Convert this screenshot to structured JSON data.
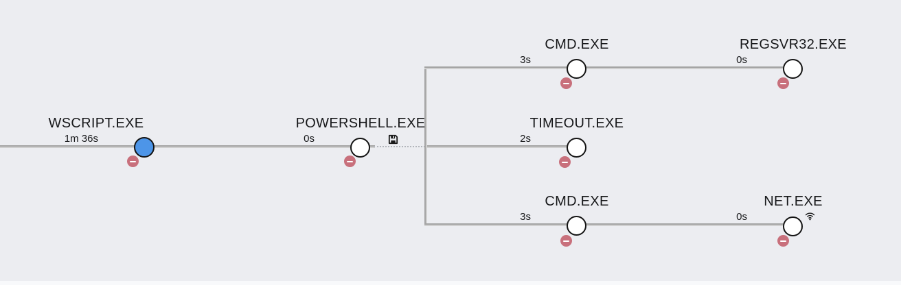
{
  "diagram": {
    "type": "process-tree",
    "colors": {
      "background": "#ecedf1",
      "edge": "#a4a4a4",
      "selected_node_fill": "#4d95e8",
      "node_fill": "#ffffff",
      "node_border": "#131313",
      "badge": "#c8707c",
      "text": "#17181a"
    },
    "nodes": [
      {
        "id": "wscript",
        "label": "WSCRIPT.EXE",
        "duration": "1m 36s",
        "selected": true,
        "badge": "minus"
      },
      {
        "id": "powershell",
        "label": "POWERSHELL.EXE",
        "duration": "0s",
        "selected": false,
        "badge": "minus",
        "activity_icon": "floppy-disk"
      },
      {
        "id": "cmd-top",
        "label": "CMD.EXE",
        "duration": "3s",
        "selected": false,
        "badge": "minus"
      },
      {
        "id": "regsvr32",
        "label": "REGSVR32.EXE",
        "duration": "0s",
        "selected": false,
        "badge": "minus"
      },
      {
        "id": "timeout",
        "label": "TIMEOUT.EXE",
        "duration": "2s",
        "selected": false,
        "badge": "minus"
      },
      {
        "id": "cmd-bottom",
        "label": "CMD.EXE",
        "duration": "3s",
        "selected": false,
        "badge": "minus"
      },
      {
        "id": "net",
        "label": "NET.EXE",
        "duration": "0s",
        "selected": false,
        "badge": "minus",
        "activity_icon": "wifi"
      }
    ],
    "edges": [
      {
        "from": "offscreen-parent",
        "to": "wscript",
        "style": "solid"
      },
      {
        "from": "wscript",
        "to": "powershell",
        "style": "solid"
      },
      {
        "from": "powershell",
        "to": "cmd-top",
        "style": "dotted-then-solid"
      },
      {
        "from": "powershell",
        "to": "timeout",
        "style": "dotted-then-solid"
      },
      {
        "from": "powershell",
        "to": "cmd-bottom",
        "style": "dotted-then-solid"
      },
      {
        "from": "cmd-top",
        "to": "regsvr32",
        "style": "solid"
      },
      {
        "from": "cmd-bottom",
        "to": "net",
        "style": "solid"
      }
    ]
  }
}
